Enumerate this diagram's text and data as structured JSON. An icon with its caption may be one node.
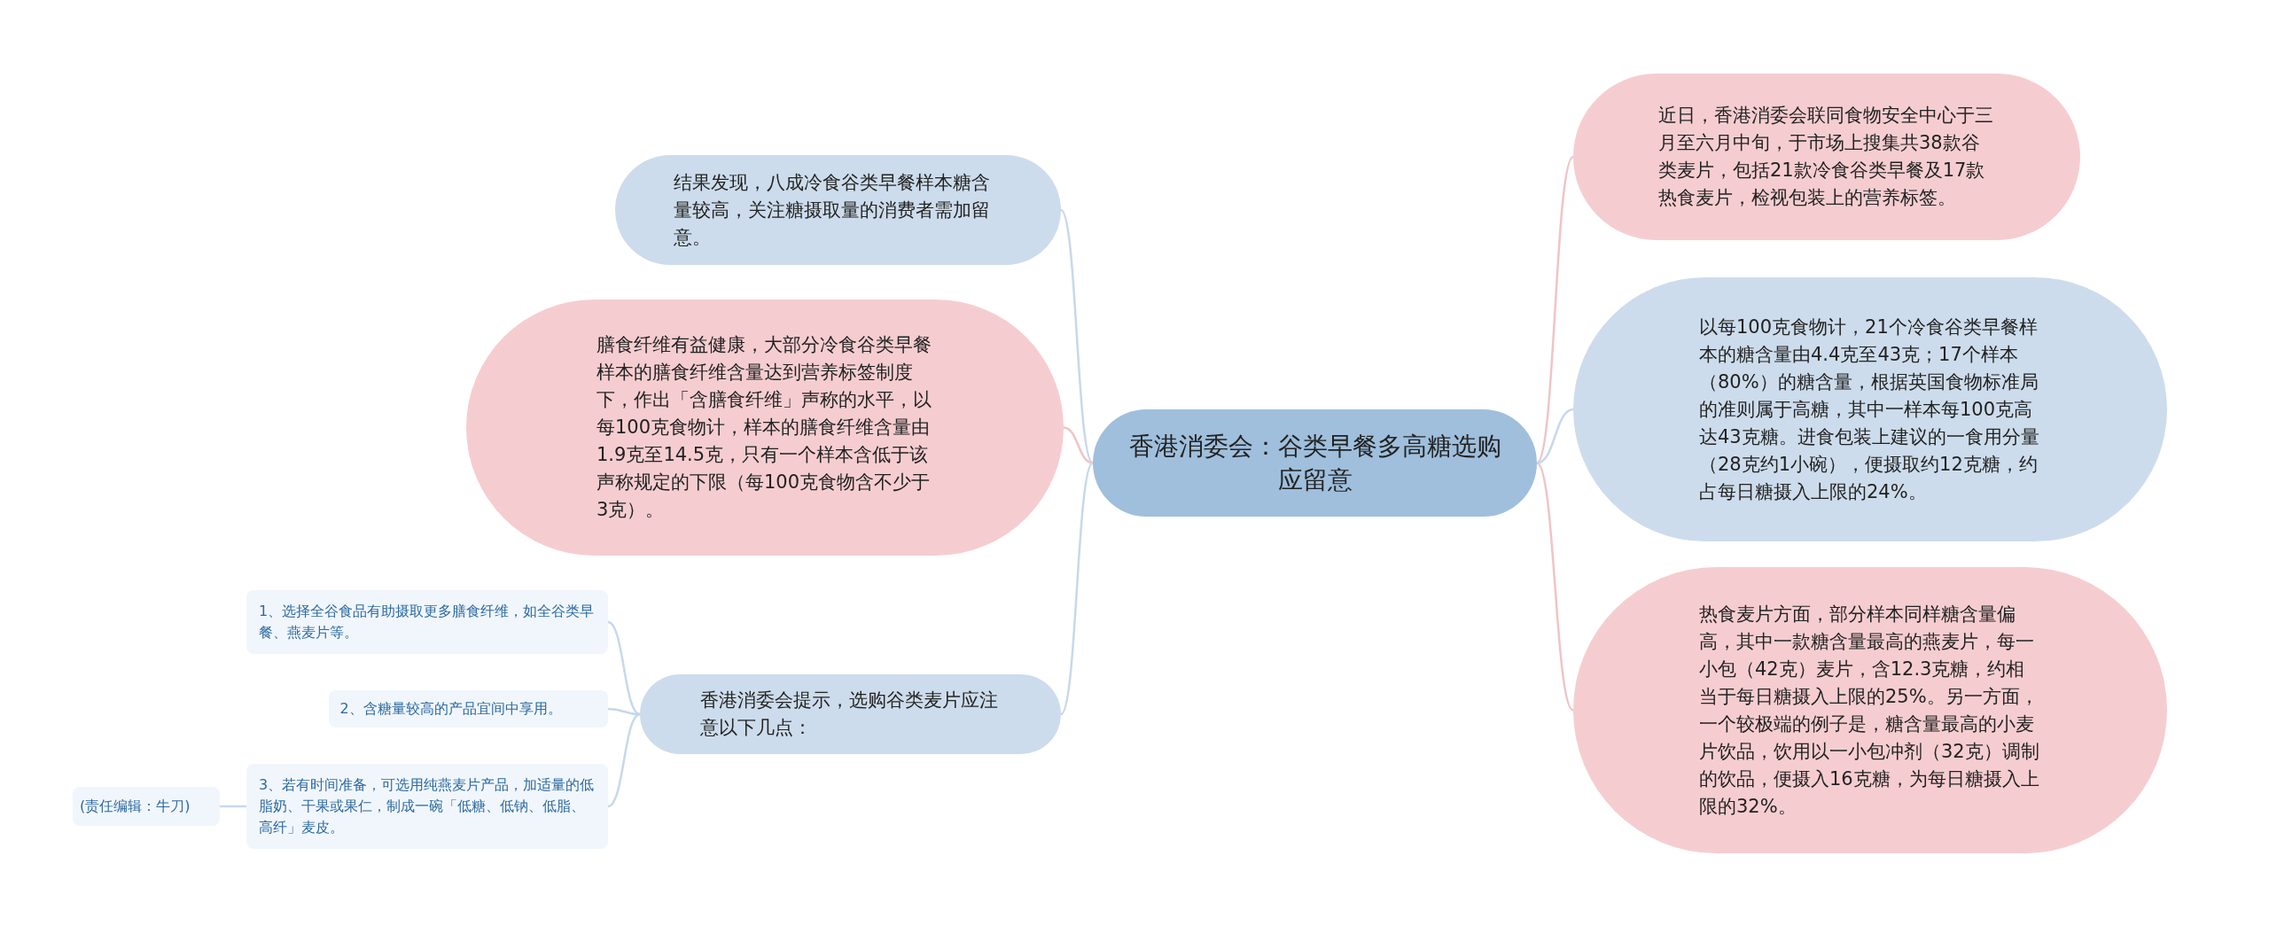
{
  "diagram": {
    "nodes": [
      {
        "text": [
          "香港消委会：谷类早餐多高糖选购应留意"
        ]
      },
      {
        "text": [
          "结果发现，八成冷食谷类早餐样本糖含量较高，关注糖摄取量的消费者需加留意。"
        ]
      },
      {
        "text": [
          "膳食纤维有益健康，大部分冷食谷类早餐样本的膳食纤维含量达到营养标签制度下，作出「含膳食纤维」声称的水平，以每100克食物计，样本的膳食纤维含量由1.9克至14.5克，只有一个样本含低于该声称规定的下限（每100克食物含不少于3克）。"
        ]
      },
      {
        "text": [
          "香港消委会提示，选购谷类麦片应注意以下几点："
        ]
      },
      {
        "text": [
          "1、选择全谷食品有助摄取更多膳食纤维，如全谷类早餐、燕麦片等。"
        ]
      },
      {
        "text": [
          "2、含糖量较高的产品宜间中享用。"
        ]
      },
      {
        "text": [
          "3、若有时间准备，可选用纯燕麦片产品，加适量的低脂奶、干果或果仁，制成一碗「低糖、低钠、低脂、高纤」麦皮。"
        ]
      },
      {
        "text": [
          "(责任编辑：牛刀)"
        ]
      },
      {
        "text": [
          "近日，香港消委会联同食物安全中心于三月至六月中旬，于市场上搜集共38款谷类麦片，包括21款冷食谷类早餐及17款热食麦片，检视包装上的营养标签。"
        ]
      },
      {
        "text": [
          "以每100克食物计，21个冷食谷类早餐样本的糖含量由4.4克至43克；17个样本（80%）的糖含量，根据英国食物标准局的准则属于高糖，其中一样本每100克高达43克糖。进食包装上建议的一食用分量（28克约1小碗），便摄取约12克糖，约占每日糖摄入上限的24%。"
        ]
      },
      {
        "text": [
          "热食麦片方面，部分样本同样糖含量偏高，其中一款糖含量最高的燕麦片，每一小包（42克）麦片，含12.3克糖，约相当于每日糖摄入上限的25%。另一方面，一个较极端的例子是，糖含量最高的小麦片饮品，饮用以一小包冲剂（32克）调制的饮品，便摄入16克糖，为每日糖摄入上限的32%。"
        ]
      }
    ],
    "edges": [
      {
        "from": 0,
        "to": 1,
        "arrow": "none"
      },
      {
        "from": 0,
        "to": 2,
        "arrow": "none",
        "color": "#f0c4c6"
      },
      {
        "from": 0,
        "to": 3,
        "arrow": "none"
      },
      {
        "from": 3,
        "to": 4,
        "arrow": "none"
      },
      {
        "from": 3,
        "to": 5,
        "arrow": "none"
      },
      {
        "from": 3,
        "to": 6,
        "arrow": "none"
      },
      {
        "from": 6,
        "to": 7,
        "arrow": "none"
      },
      {
        "from": 0,
        "to": 8,
        "arrow": "none",
        "color": "#f0c4c6"
      },
      {
        "from": 0,
        "to": 9,
        "arrow": "none"
      },
      {
        "from": 0,
        "to": 10,
        "arrow": "none",
        "color": "#f0c4c6"
      }
    ]
  }
}
